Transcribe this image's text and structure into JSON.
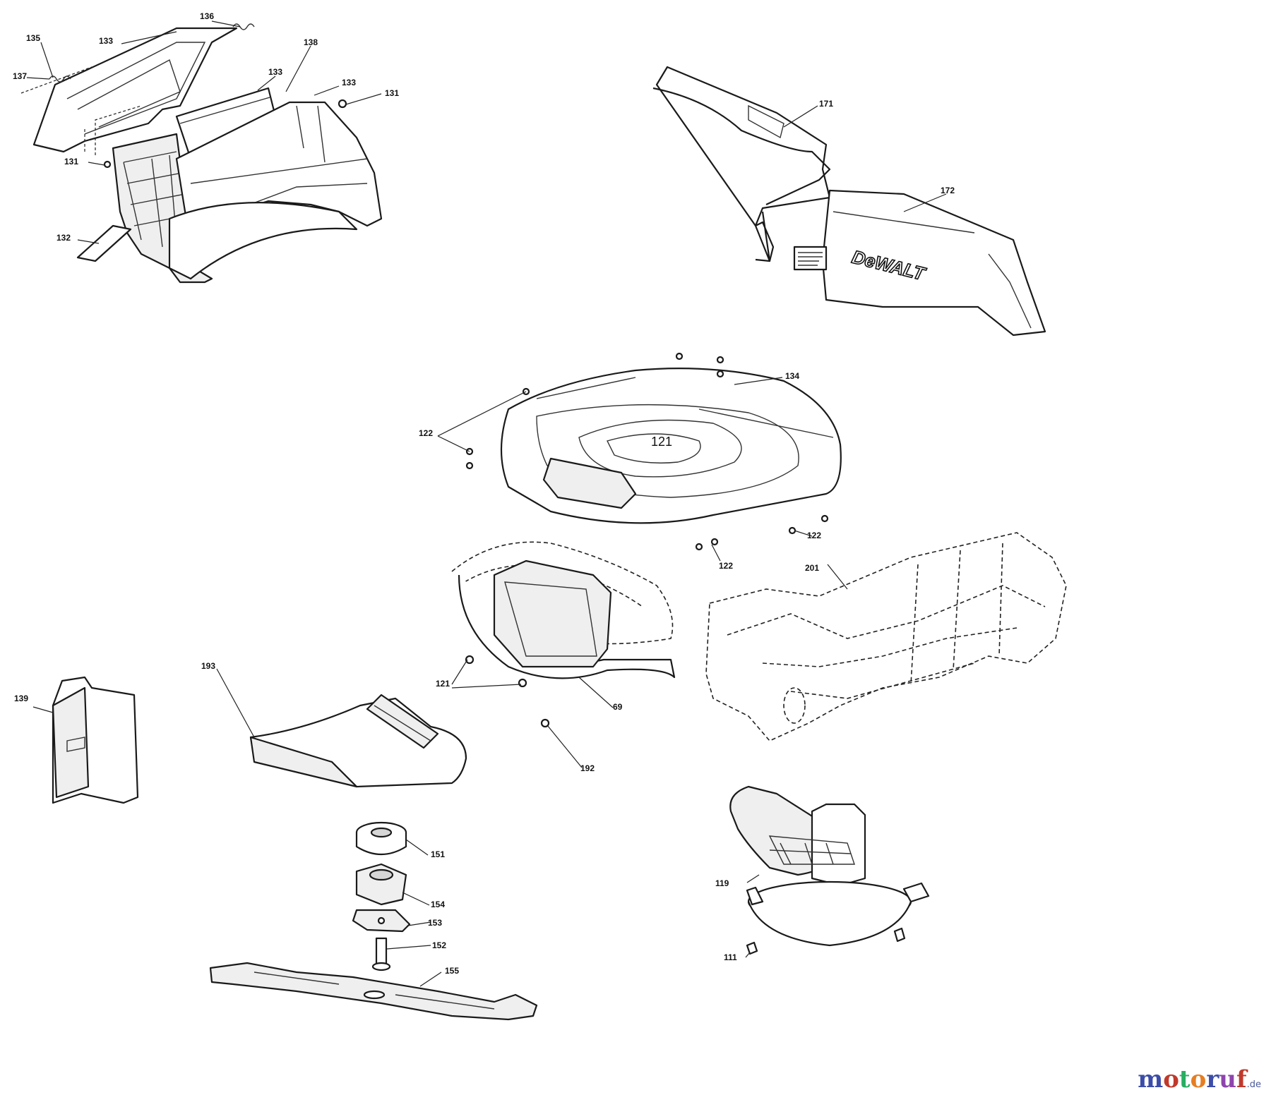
{
  "diagram": {
    "callouts": {
      "c135": "135",
      "c136": "136",
      "c133a": "133",
      "c137": "137",
      "c138": "138",
      "c133b": "133",
      "c133c": "133",
      "c131a": "131",
      "c131b": "131",
      "c132": "132",
      "c171": "171",
      "c172": "172",
      "c134": "134",
      "c122a": "122",
      "c121big": "121",
      "c122b": "122",
      "c122c": "122",
      "c201": "201",
      "c193": "193",
      "c139": "139",
      "c121": "121",
      "c69": "69",
      "c192": "192",
      "c151": "151",
      "c154": "154",
      "c153": "153",
      "c152": "152",
      "c155": "155",
      "c119": "119",
      "c111": "111"
    },
    "brand_label": "DeWALT"
  },
  "watermark": {
    "letters": [
      "m",
      "o",
      "t",
      "o",
      "r",
      "u",
      "f"
    ],
    "letter_colors": [
      "#3b4da8",
      "#c0392b",
      "#27ae60",
      "#e67e22",
      "#3b4da8",
      "#8e44ad",
      "#c0392b"
    ],
    "suffix": ".de"
  }
}
